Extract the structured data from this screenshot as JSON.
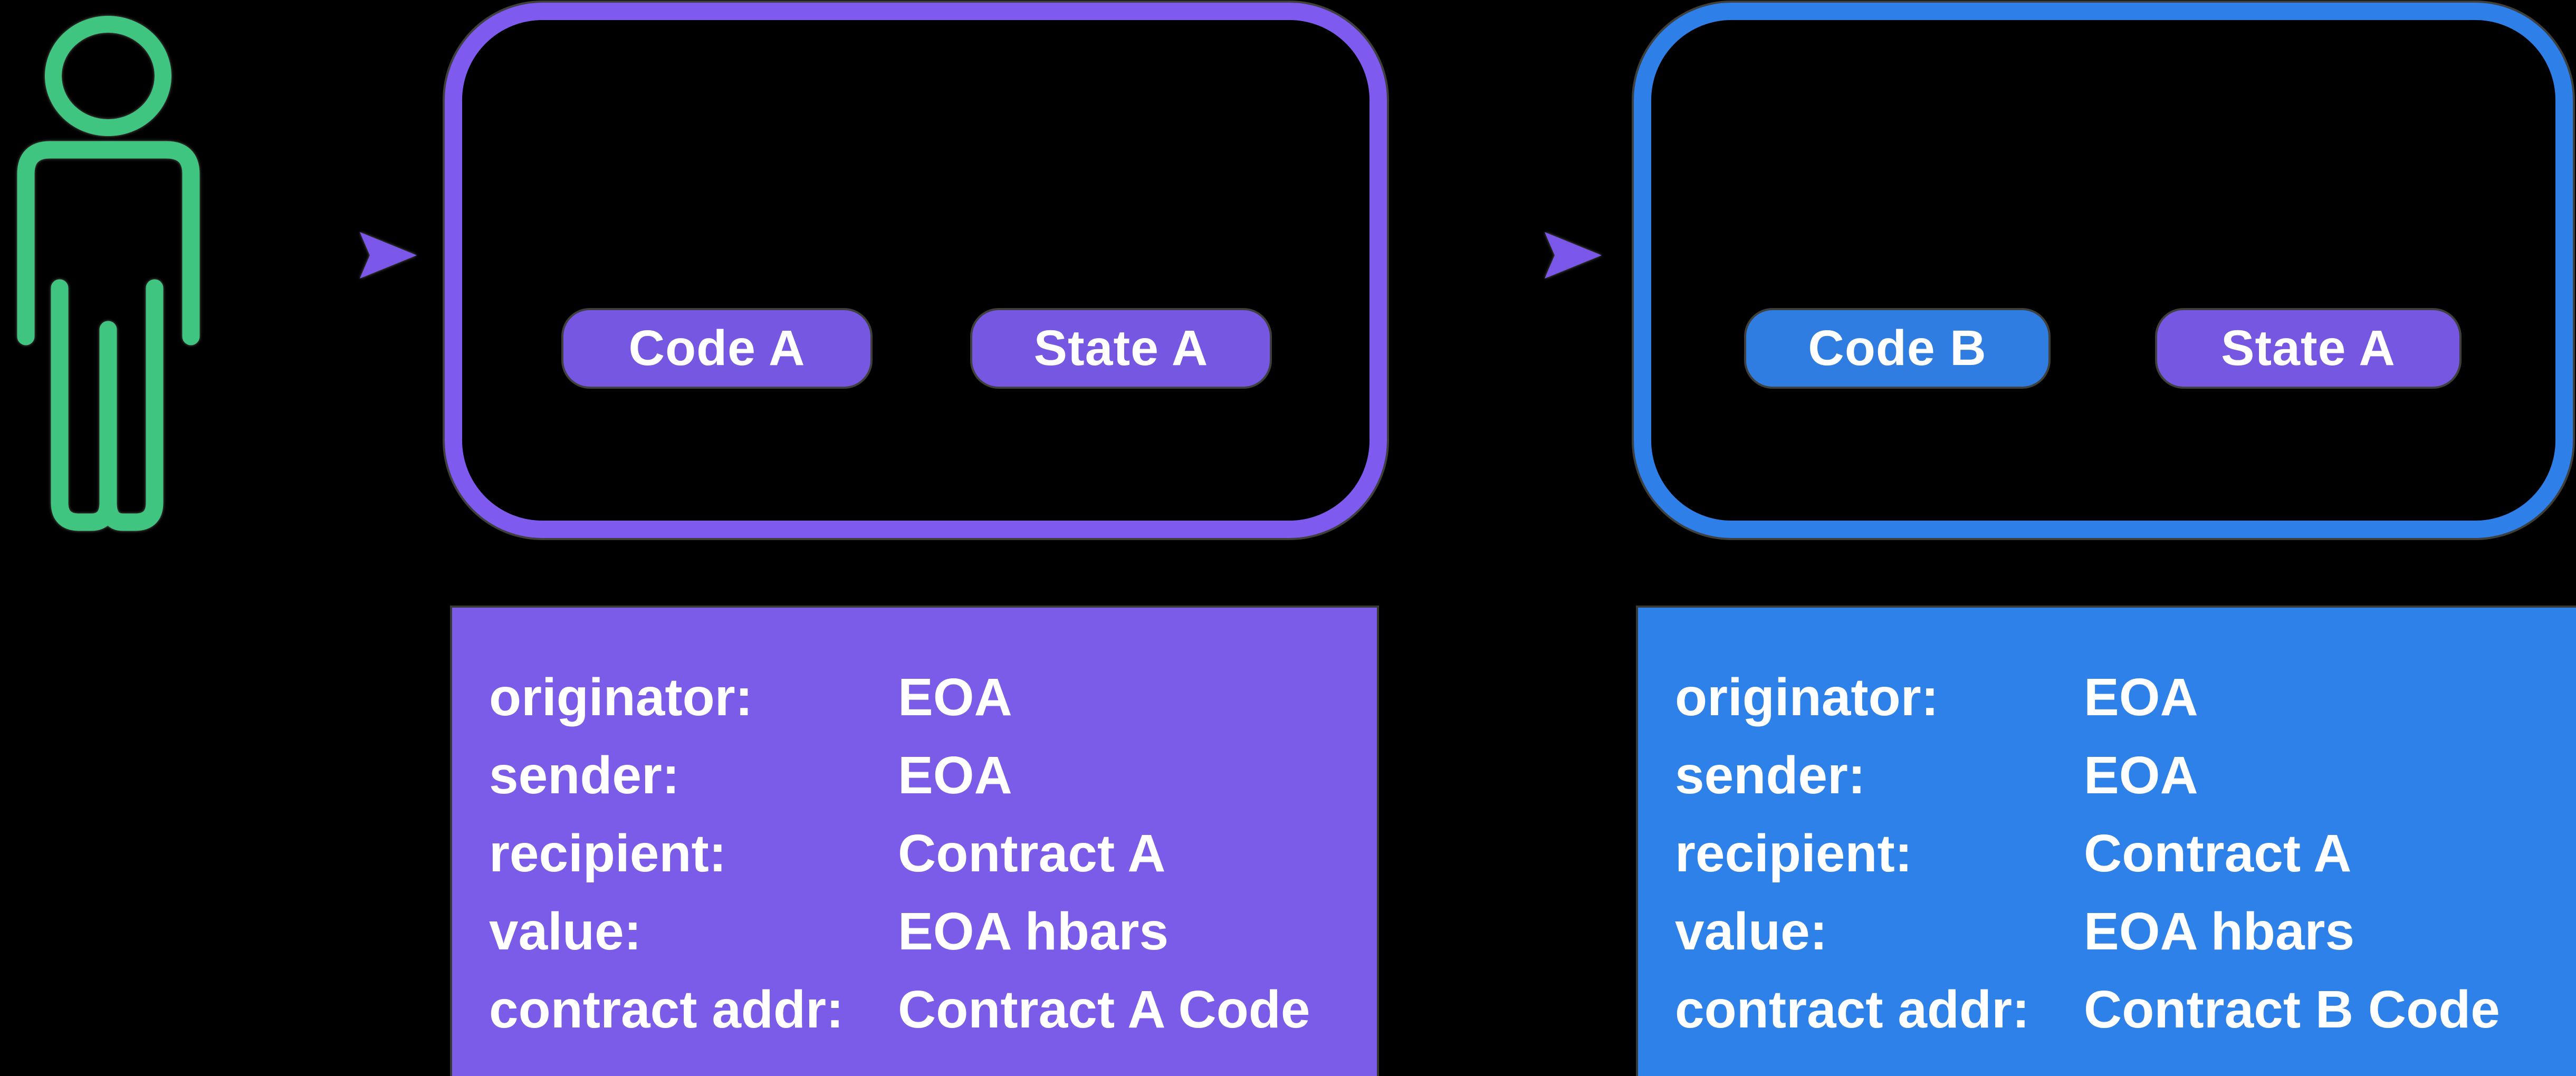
{
  "colors": {
    "background": "#000000",
    "green": "#3FC57F",
    "purple_border": "#7E5BEE",
    "purple_pill": "#7557E2",
    "purple_panel": "#7A5CE9",
    "blue_border": "#2E7FE8",
    "blue_pill": "#2F7DE1",
    "blue_panel": "#2E81E8",
    "arrow_blue": "#2B6FE4",
    "arrow_purple": "#7B57E9",
    "text": "#FFFFFF"
  },
  "icons": {
    "person": "person-icon",
    "arrow_left": "arrow-right-icon",
    "arrow_right": "arrow-right-icon"
  },
  "contract_a": {
    "pills": [
      {
        "label": "Code A",
        "style": "purple"
      },
      {
        "label": "State A",
        "style": "purple"
      }
    ]
  },
  "contract_b": {
    "pills": [
      {
        "label": "Code B",
        "style": "blue"
      },
      {
        "label": "State A",
        "style": "purple"
      }
    ]
  },
  "transaction_a": {
    "rows": [
      {
        "label": "originator:",
        "value": "EOA"
      },
      {
        "label": "sender:",
        "value": "EOA"
      },
      {
        "label": "recipient:",
        "value": "Contract A"
      },
      {
        "label": "value:",
        "value": "EOA hbars"
      },
      {
        "label": "contract addr:",
        "value": "Contract A Code"
      }
    ]
  },
  "transaction_b": {
    "rows": [
      {
        "label": "originator:",
        "value": "EOA"
      },
      {
        "label": "sender:",
        "value": "EOA"
      },
      {
        "label": "recipient:",
        "value": "Contract A"
      },
      {
        "label": "value:",
        "value": "EOA hbars"
      },
      {
        "label": "contract addr:",
        "value": "Contract B Code"
      }
    ]
  }
}
